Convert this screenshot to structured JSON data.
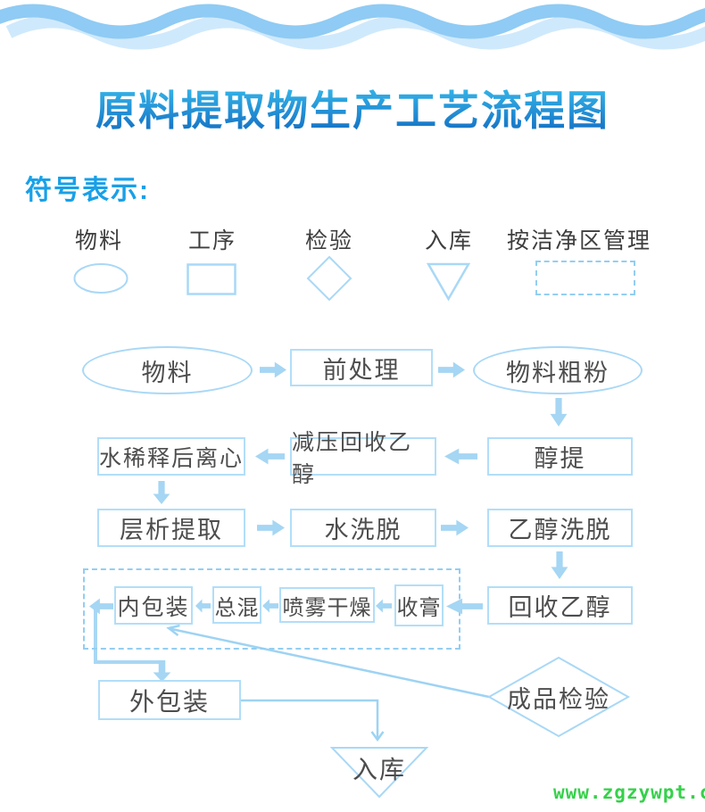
{
  "title": "原料提取物生产工艺流程图",
  "legend": {
    "heading": "符号表示:",
    "items": [
      {
        "label": "物料",
        "shape": "ellipse"
      },
      {
        "label": "工序",
        "shape": "rect"
      },
      {
        "label": "检验",
        "shape": "diamond"
      },
      {
        "label": "入库",
        "shape": "triangle-down"
      },
      {
        "label": "按洁净区管理",
        "shape": "dashed-rect"
      }
    ]
  },
  "flow": {
    "nodes": [
      {
        "id": "material",
        "label": "物料",
        "type": "ellipse"
      },
      {
        "id": "pretreatment",
        "label": "前处理",
        "type": "process"
      },
      {
        "id": "coarse-powder",
        "label": "物料粗粉",
        "type": "ellipse"
      },
      {
        "id": "alcohol-extraction",
        "label": "醇提",
        "type": "process"
      },
      {
        "id": "vacuum-ethanol-recovery",
        "label": "减压回收乙醇",
        "type": "process"
      },
      {
        "id": "water-dilution-centrifugation",
        "label": "水稀释后离心",
        "type": "process"
      },
      {
        "id": "chromatography-extraction",
        "label": "层析提取",
        "type": "process"
      },
      {
        "id": "water-elution",
        "label": "水洗脱",
        "type": "process"
      },
      {
        "id": "ethanol-elution",
        "label": "乙醇洗脱",
        "type": "process"
      },
      {
        "id": "ethanol-recovery",
        "label": "回收乙醇",
        "type": "process"
      },
      {
        "id": "paste-collection",
        "label": "收膏",
        "type": "process"
      },
      {
        "id": "spray-drying",
        "label": "喷雾干燥",
        "type": "process"
      },
      {
        "id": "total-mixing",
        "label": "总混",
        "type": "process"
      },
      {
        "id": "inner-packaging",
        "label": "内包装",
        "type": "process"
      },
      {
        "id": "outer-packaging",
        "label": "外包装",
        "type": "process"
      },
      {
        "id": "finished-product-inspection",
        "label": "成品检验",
        "type": "inspection-diamond"
      },
      {
        "id": "warehousing",
        "label": "入库",
        "type": "storage-triangle"
      }
    ]
  },
  "footer": {
    "url": "www.zgzywpt.cn"
  },
  "colors": {
    "accent_blue": "#18a0e8",
    "title_gradient_top": "#38bbec",
    "title_gradient_bottom": "#1470c4",
    "shape_stroke": "#a9d8f6",
    "box_stroke": "#b2def8",
    "arrow_fill": "#a5d6f3",
    "dashed_stroke": "#93cef2",
    "connector_stroke": "#9ed3f3",
    "node_text": "#4d4d4d",
    "url_green": "#35d14a",
    "wave_main": "#8fcbf4",
    "wave_light": "#cfe9fc"
  }
}
